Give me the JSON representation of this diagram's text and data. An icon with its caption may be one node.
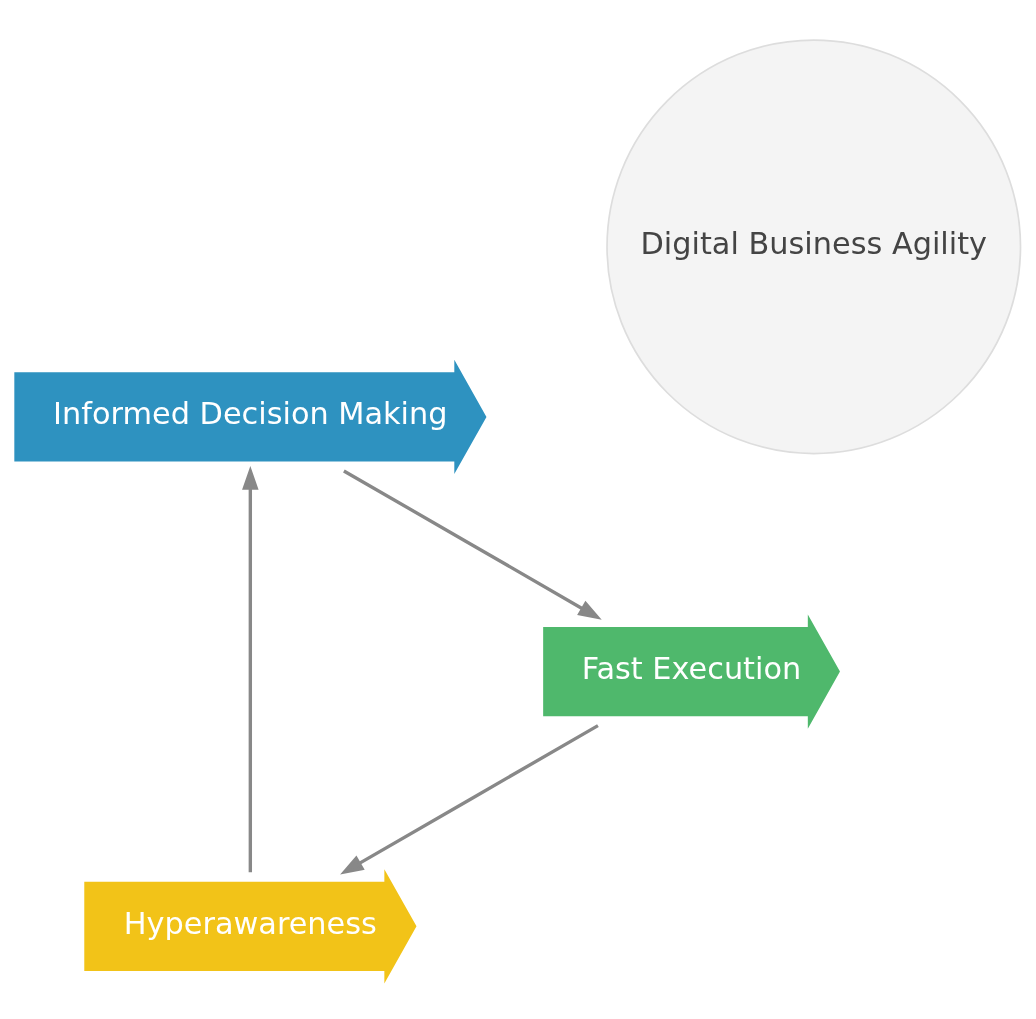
{
  "diagram": {
    "nodes": [
      {
        "text": [
          "Digital Business Agility"
        ]
      },
      {
        "text": [
          "Hyperawareness"
        ]
      },
      {
        "text": [
          "Informed Decision Making"
        ]
      },
      {
        "text": [
          "Fast Execution"
        ]
      }
    ],
    "edges": [
      {
        "from": 1,
        "to": 2,
        "arrow": "to"
      },
      {
        "from": 2,
        "to": 3,
        "arrow": "to"
      },
      {
        "from": 3,
        "to": 1,
        "arrow": "to"
      }
    ]
  }
}
